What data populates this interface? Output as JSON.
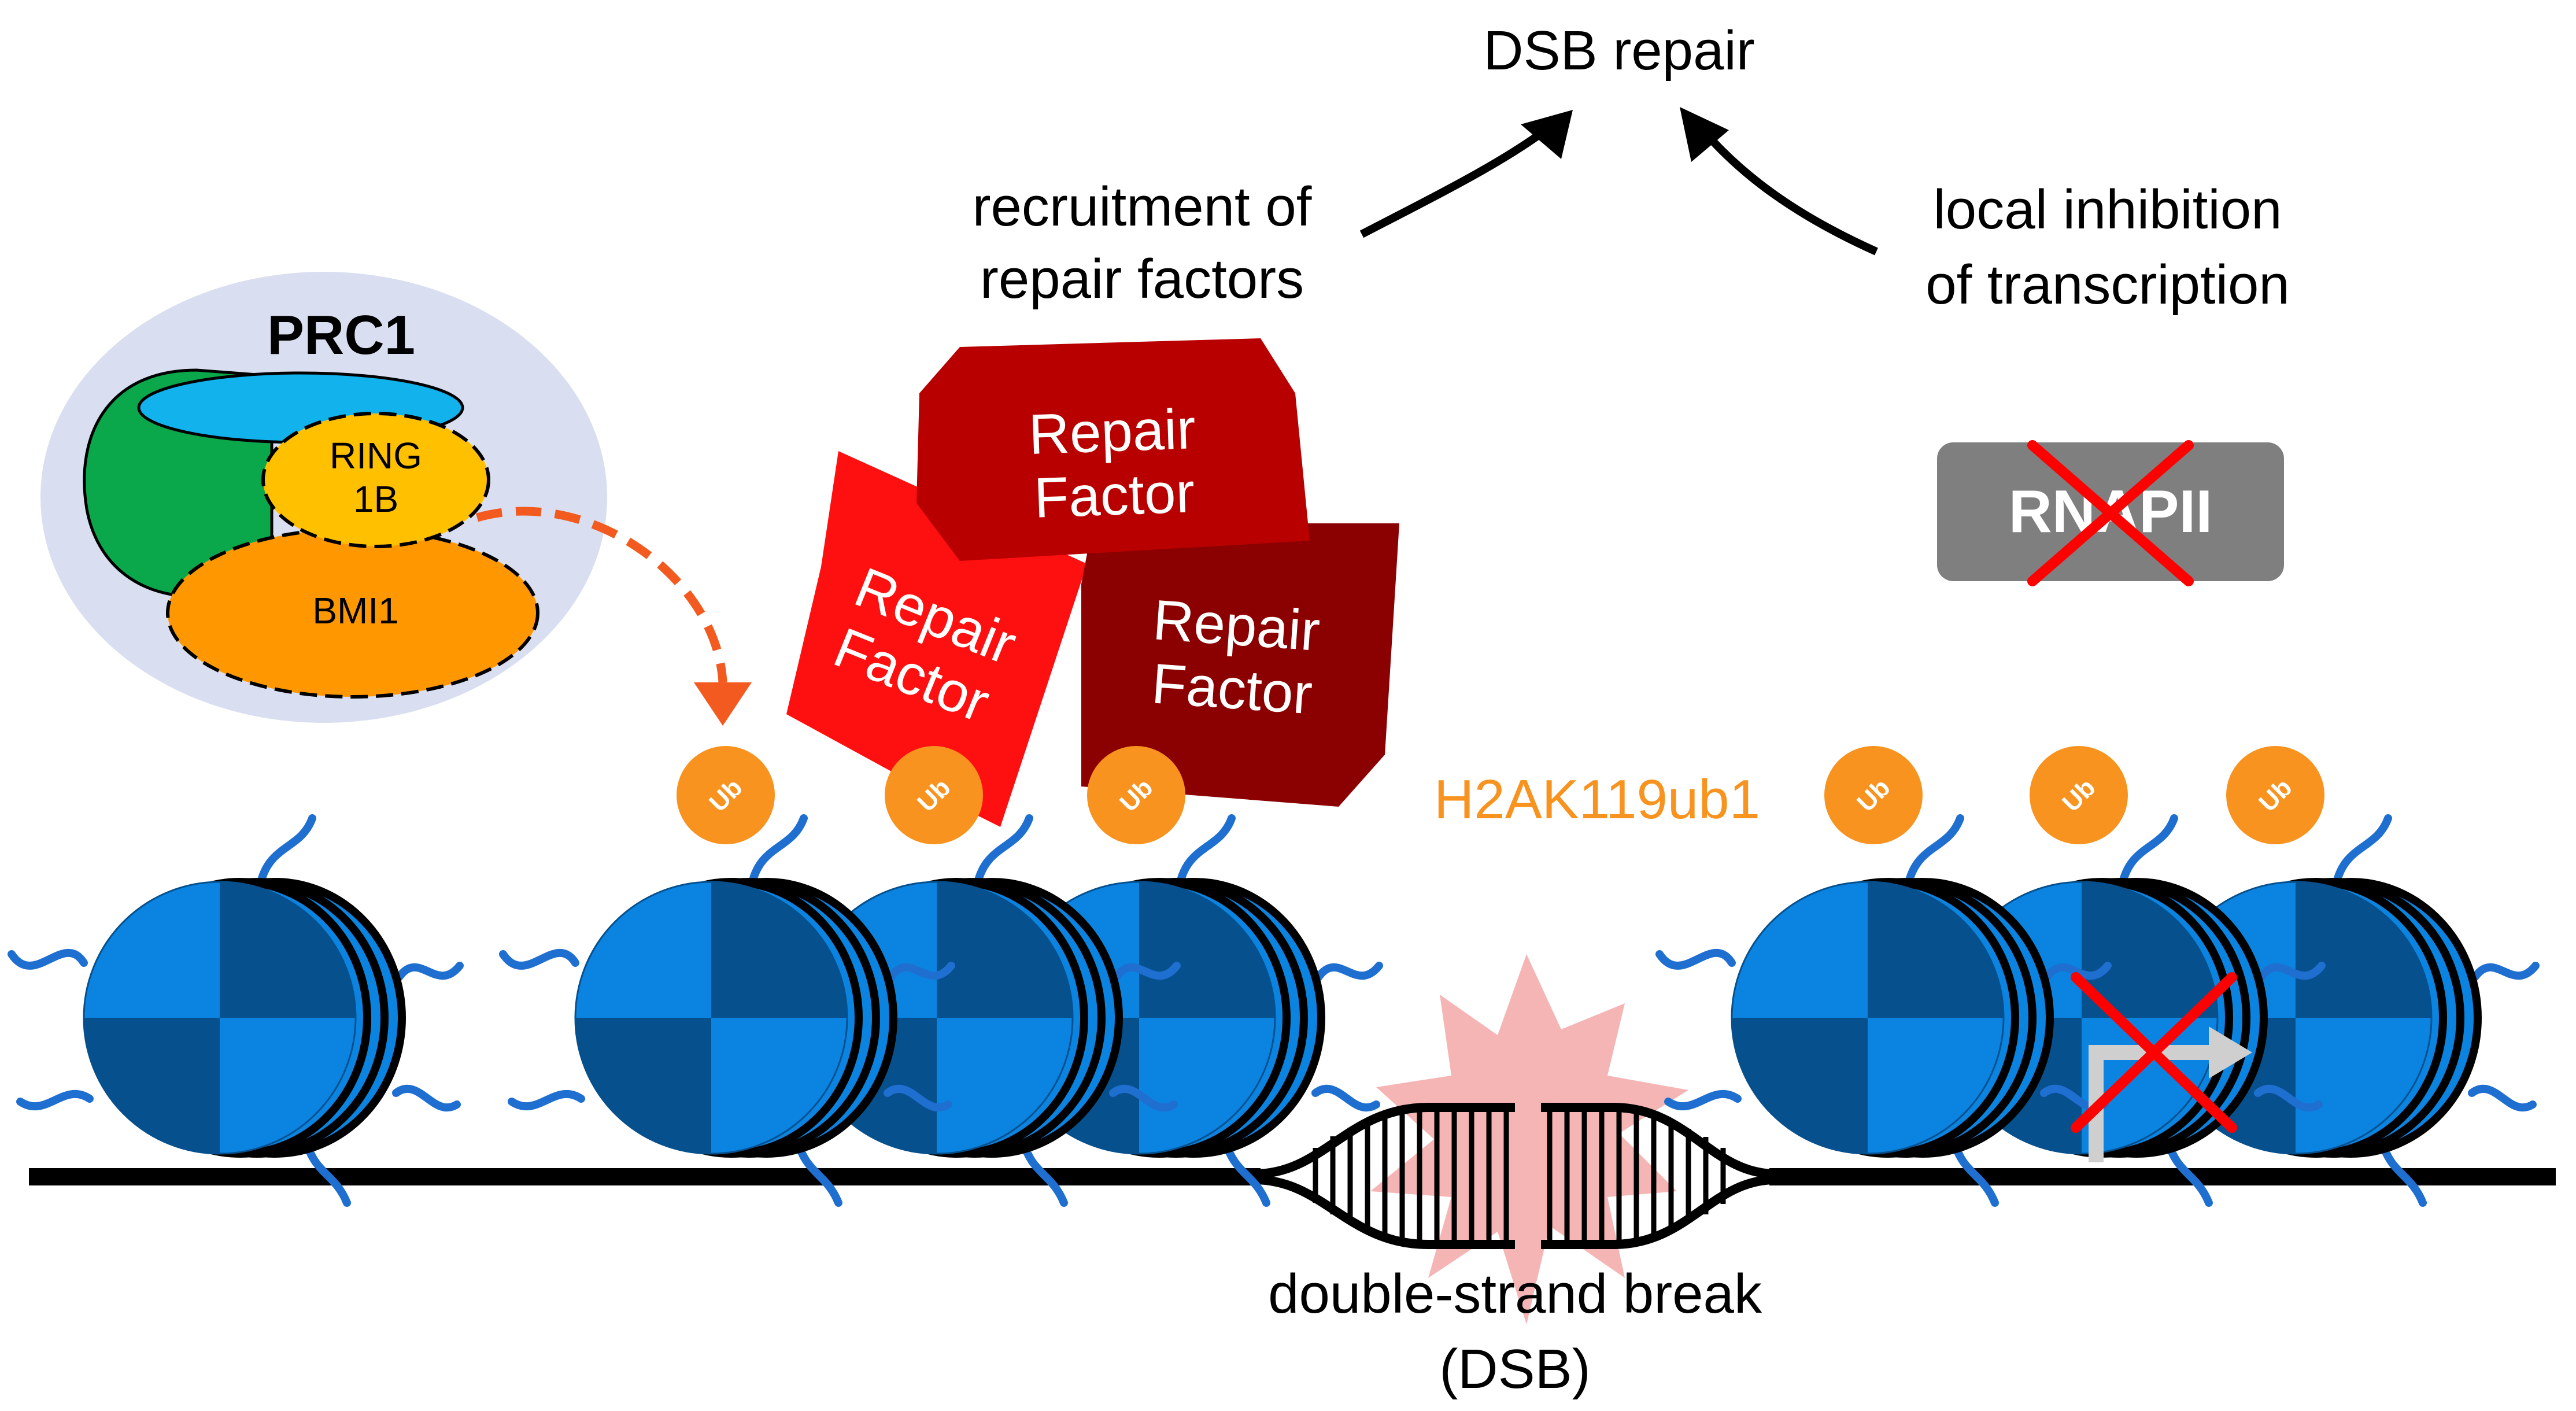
{
  "labels": {
    "dsb_repair": "DSB repair",
    "recruitment_line1": "recruitment of",
    "recruitment_line2": "repair factors",
    "inhibition_line1": "local inhibition",
    "inhibition_line2": "of transcription",
    "prc1": "PRC1",
    "ring_line1": "RING",
    "ring_line2": "1B",
    "bmi1": "BMI1",
    "repair_factor_line1": "Repair",
    "repair_factor_line2": "Factor",
    "rnapii": "RNAPII",
    "ub": "Ub",
    "h2ak119ub1": "H2AK119ub1",
    "dsb_line1": "double-strand break",
    "dsb_line2": "(DSB)"
  },
  "colors": {
    "nucleosome_light": "#0a84e0",
    "nucleosome_dark": "#06508e",
    "histone_tail": "#1f6fd1",
    "ubiquitin": "#f7931e",
    "h2ak_label": "#f7931e",
    "prc1_bg": "#d9dff0",
    "prc1_green": "#0aa84a",
    "prc1_cyan": "#12b2ec",
    "ring1b": "#ffc000",
    "bmi1": "#ff9800",
    "dashed_arrow": "#f25a1f",
    "rf_dark": "#b80000",
    "rf_red": "#ff1010",
    "rf_maroon": "#8b0000",
    "rnapii": "#7f7f7f",
    "cross": "#ff0000",
    "burst": "#f4a8a8"
  }
}
